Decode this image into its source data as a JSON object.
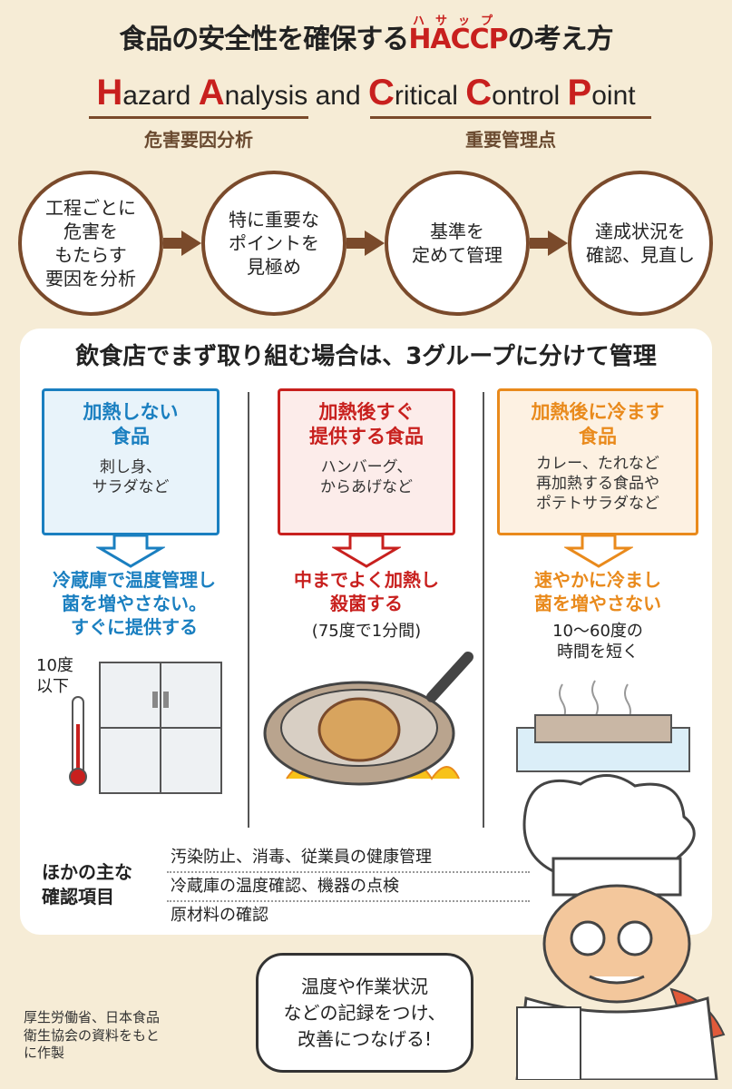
{
  "title": {
    "prefix": "食品の安全性を確保する",
    "haccp": "HACCP",
    "ruby": "ハサップ",
    "suffix": "の考え方"
  },
  "acronym": {
    "h_cap": "H",
    "h_rest": "azard ",
    "a_cap": "A",
    "a_rest": "nalysis",
    "and": " and ",
    "c1_cap": "C",
    "c1_rest": "ritical ",
    "c2_cap": "C",
    "c2_rest": "ontrol ",
    "p_cap": "P",
    "p_rest": "oint",
    "left_label": "危害要因分析",
    "right_label": "重要管理点"
  },
  "steps": [
    {
      "text": "工程ごとに\n危害を\nもたらす\n要因を分析"
    },
    {
      "text": "特に重要な\nポイントを\n見極め"
    },
    {
      "text": "基準を\n定めて管理"
    },
    {
      "text": "達成状況を\n確認、見直し"
    }
  ],
  "panel_title": "飲食店でまず取り組む場合は、3グループに分けて管理",
  "groups": [
    {
      "title": "加熱しない\n食品",
      "examples": "刺し身、\nサラダなど",
      "action": "冷蔵庫で温度管理し\n菌を増やさない。\nすぐに提供する",
      "note": "10度\n以下",
      "color": "#1a7fc0",
      "bg": "#e8f3fa"
    },
    {
      "title": "加熱後すぐ\n提供する食品",
      "examples": "ハンバーグ、\nからあげなど",
      "action": "中までよく加熱し\n殺菌する",
      "note": "(75度で1分間)",
      "color": "#c8201e",
      "bg": "#fcecea"
    },
    {
      "title": "加熱後に冷ます\n食品",
      "examples": "カレー、たれなど\n再加熱する食品や\nポテトサラダなど",
      "action": "速やかに冷まし\n菌を増やさない",
      "note": "10〜60度の\n時間を短く",
      "color": "#e98a1c",
      "bg": "#fdf1e2"
    }
  ],
  "checks": {
    "label": "ほかの主な\n確認項目",
    "items": [
      "汚染防止、消毒、従業員の健康管理",
      "冷蔵庫の温度確認、機器の点検",
      "原材料の確認"
    ]
  },
  "bubble": "温度や作業状況\nなどの記録をつけ、\n改善につなげる!",
  "source": "厚生労働省、日本食品\n衛生協会の資料をもと\nに作製"
}
